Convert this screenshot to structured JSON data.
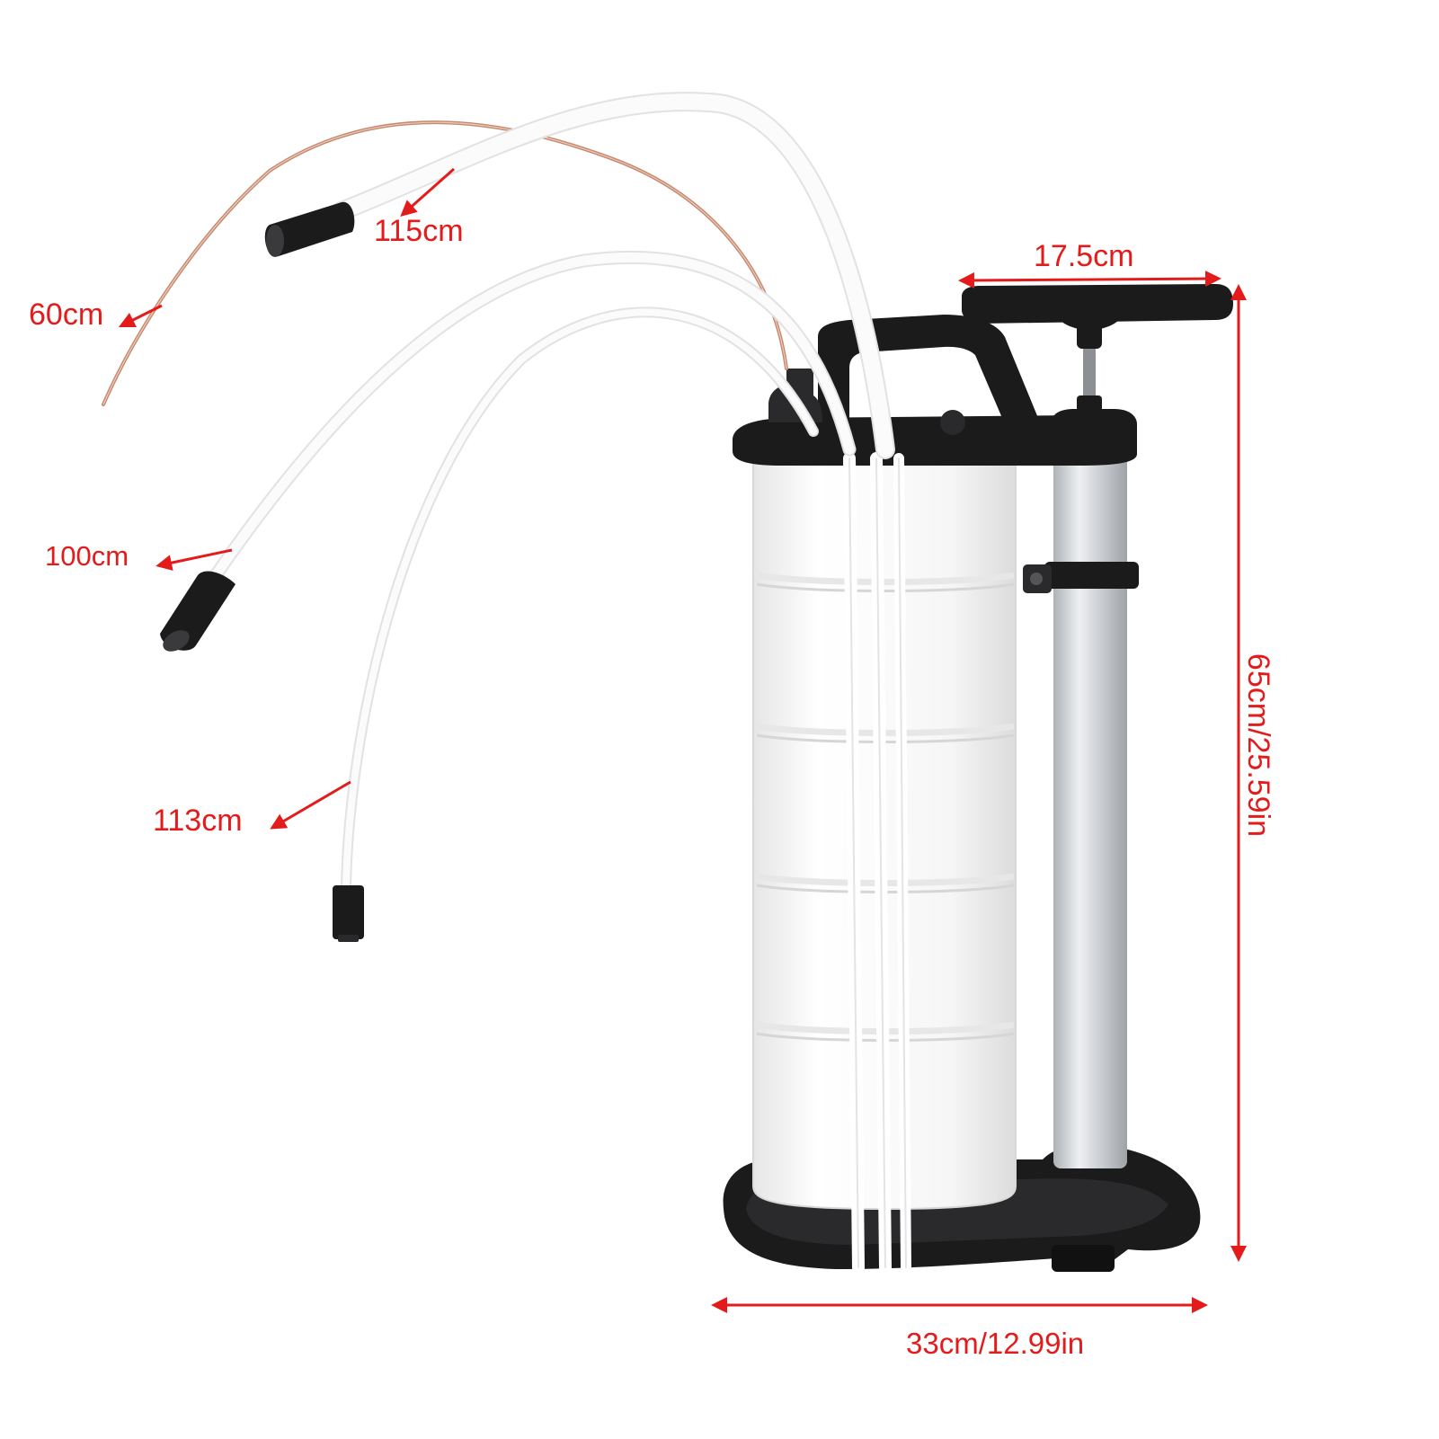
{
  "colors": {
    "annotation": "#e31b1b",
    "plastic_black": "#1b1b1c",
    "tank_white": "#f2f2f2",
    "tube_white": "#f7f7f7",
    "aluminium": "#c9ccd0",
    "copper": "#c48a70"
  },
  "labels": {
    "hose_115": "115cm",
    "copper_60": "60cm",
    "handle_width": "17.5cm",
    "hose_100": "100cm",
    "hose_113": "113cm",
    "base_width": "33cm/12.99in",
    "height": "65cm/25.59in"
  },
  "product": {
    "name_icon": "fluid-extractor-pump"
  }
}
